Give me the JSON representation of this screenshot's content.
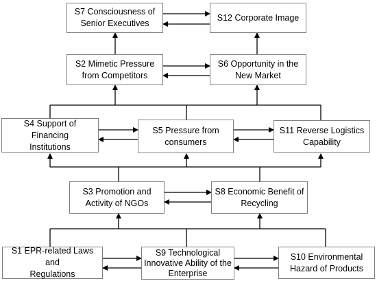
{
  "colors": {
    "box_border": "#7f7f7f",
    "line": "#000000",
    "text": "#000000",
    "background": "#ffffff"
  },
  "nodes": {
    "s7": {
      "line1": "S7 Consciousness of",
      "line2": "Senior Executives"
    },
    "s12": {
      "line1": "S12 Corporate Image",
      "line2": ""
    },
    "s2": {
      "line1": "S2 Mimetic Pressure",
      "line2": "from Competitors"
    },
    "s6": {
      "line1": "S6 Opportunity in the",
      "line2": "New Market"
    },
    "s4": {
      "line1": "S4 Support of Financing",
      "line2": "Institutions"
    },
    "s5": {
      "line1": "S5 Pressure from",
      "line2": "consumers"
    },
    "s11": {
      "line1": "S11 Reverse Logistics",
      "line2": "Capability"
    },
    "s3": {
      "line1": "S3 Promotion and",
      "line2": "Activity of NGOs"
    },
    "s8": {
      "line1": "S8 Economic Benefit of",
      "line2": "Recycling"
    },
    "s1": {
      "line1": "S1 EPR-related Laws and",
      "line2": "Regulations"
    },
    "s9": {
      "line1": "S9 Technological",
      "line2": "Innovative Ability of the",
      "line3": "Enterprise"
    },
    "s10": {
      "line1": "S10 Environmental",
      "line2": "Hazard of Products"
    }
  }
}
